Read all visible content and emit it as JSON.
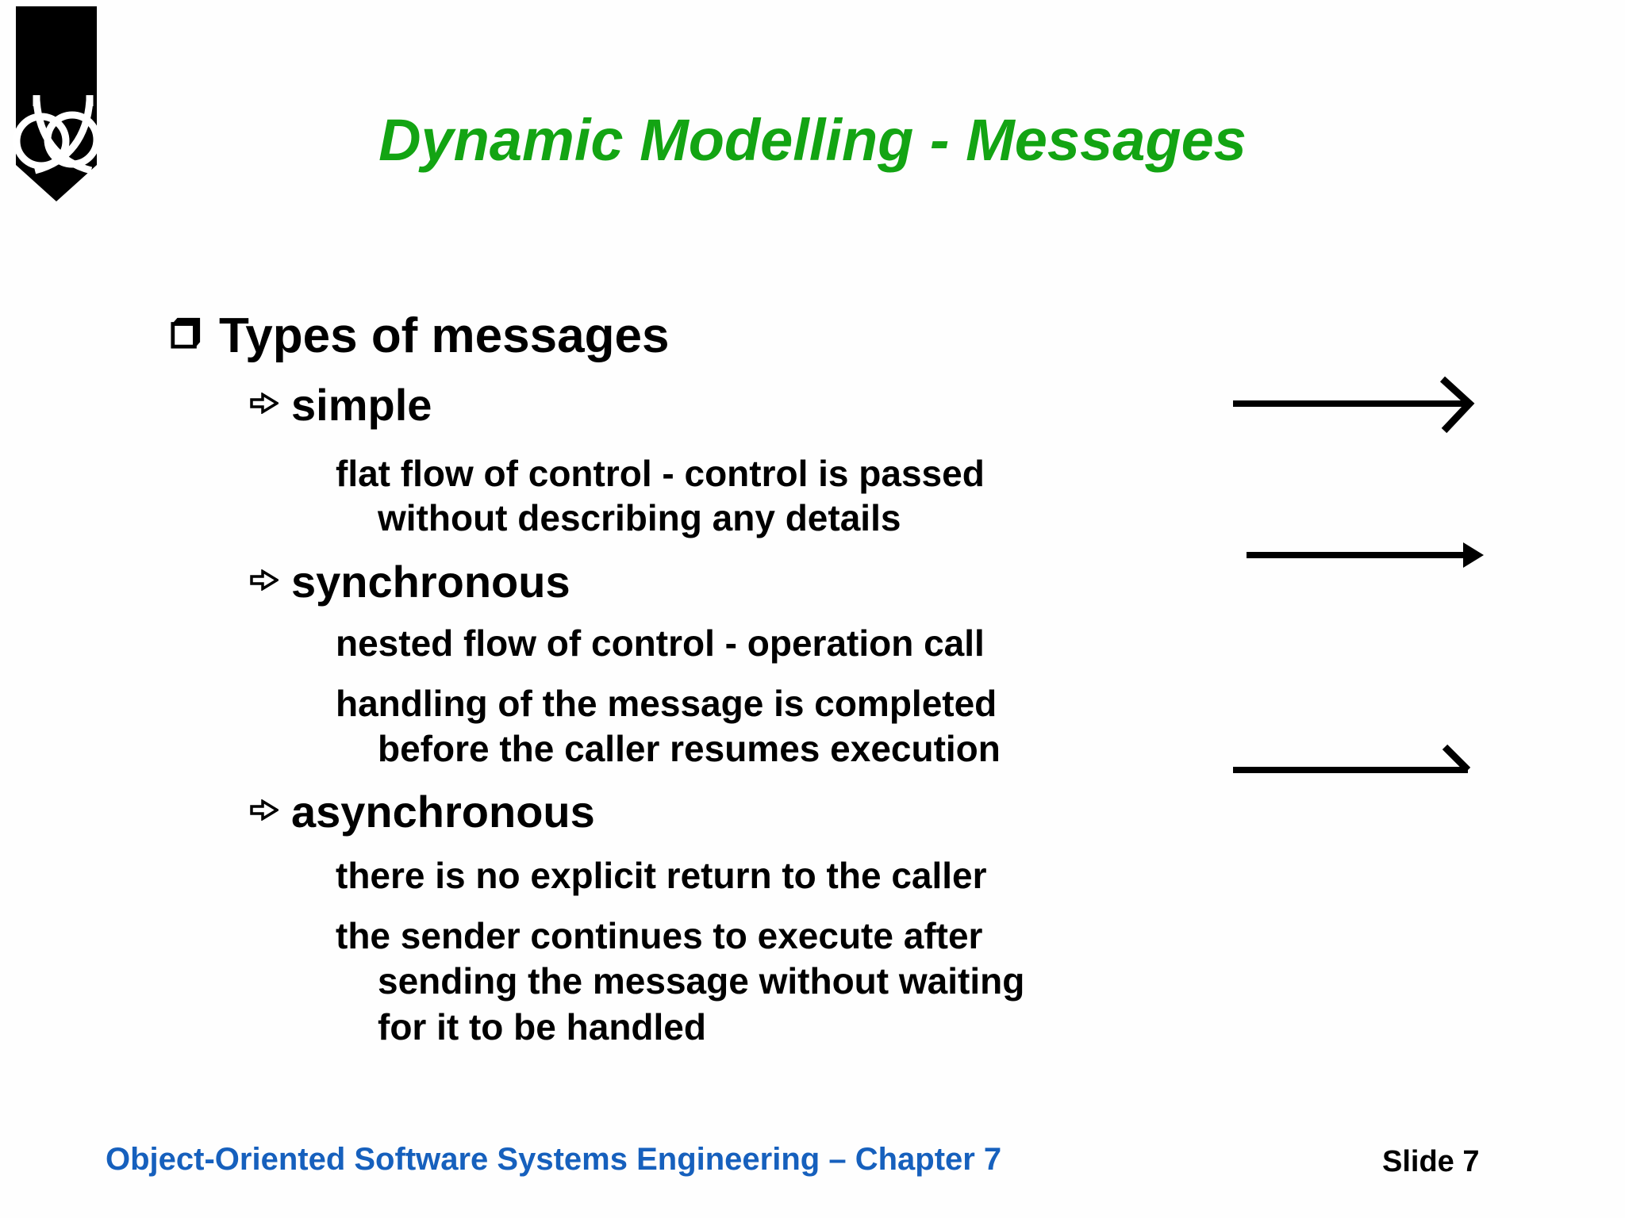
{
  "slide": {
    "title": "Dynamic Modelling - Messages",
    "logo_icon": "university-crest-logo",
    "heading": {
      "bullet_icon": "open-square-bullet",
      "text": "Types of messages"
    },
    "message_types": [
      {
        "bullet_icon": "right-arrow-bullet",
        "label": "simple",
        "detail_lines": [
          {
            "text": "flat flow of control - control is passed"
          },
          {
            "text": "without describing any details"
          }
        ],
        "arrow_icon": "simple-message-arrow",
        "arrow_style": "open-stick-arrowhead"
      },
      {
        "bullet_icon": "right-arrow-bullet",
        "label": "synchronous",
        "detail_lines": [
          {
            "text": "nested flow of control - operation call"
          },
          {
            "text": "handling of the message is completed"
          },
          {
            "text": "before the caller resumes execution"
          }
        ],
        "arrow_icon": "synchronous-message-arrow",
        "arrow_style": "filled-arrowhead"
      },
      {
        "bullet_icon": "right-arrow-bullet",
        "label": "asynchronous",
        "detail_lines": [
          {
            "text": "there is no explicit return to the caller"
          },
          {
            "text": "the sender continues to execute after"
          },
          {
            "text": "sending the message without waiting"
          },
          {
            "text": "for it to be handled"
          }
        ],
        "arrow_icon": "asynchronous-message-arrow",
        "arrow_style": "half-stick-arrowhead"
      }
    ],
    "footer": {
      "course_label": "Object-Oriented Software Systems Engineering – Chapter 7",
      "slide_number": "Slide 7"
    },
    "colors": {
      "title_green": "#13a413",
      "footer_blue": "#1660bd",
      "body_black": "#000000"
    }
  }
}
